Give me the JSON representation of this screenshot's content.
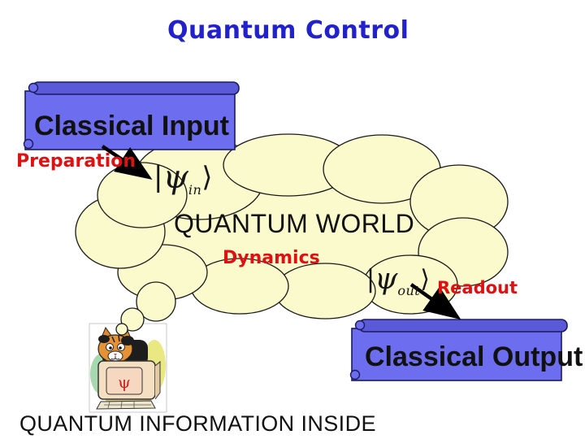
{
  "slide_title": "Quantum Control",
  "banners": {
    "input_label": "Classical Input",
    "output_label": "Classical Output"
  },
  "labels": {
    "preparation": "Preparation",
    "dynamics": "Dynamics",
    "readout": "Readout"
  },
  "cloud": {
    "title": "QUANTUM WORLD",
    "ket_in": {
      "bar": "|",
      "psi": "ψ",
      "subscript": "in",
      "rangle": "⟩"
    },
    "ket_out": {
      "bar": "|",
      "psi": "ψ",
      "subscript": "out",
      "rangle": "⟩"
    }
  },
  "clipart": {
    "monitor_symbol": "ψ"
  },
  "bottom_caption": "QUANTUM INFORMATION INSIDE",
  "colors": {
    "title_blue": "#2222cc",
    "banner_fill": "#6d6def",
    "banner_roll": "#5a5ad8",
    "banner_border": "#1b1b5e",
    "cloud_fill": "#fbfacd",
    "outline_black": "#1a1a1a",
    "label_red": "#dd1111",
    "text_black": "#111111"
  }
}
